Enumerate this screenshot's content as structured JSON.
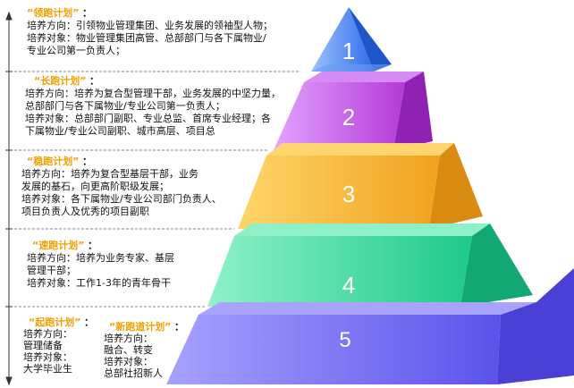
{
  "levels": [
    {
      "number": "1",
      "title": "“领跑计划”",
      "colon": "：",
      "lines": [
        "培养方向：引领物业管理集团、业务发展的领袖型人物；",
        "培养对象：物业管理集团高管、总部部门与各下属物业/",
        "专业公司第一负责人；"
      ]
    },
    {
      "number": "2",
      "title": "“长跑计划”",
      "colon": "：",
      "lines": [
        "培养方向：培养为复合型管理干部，业务发展的中坚力量，",
        "总部部门与各下属物业/专业公司第一负责人；",
        "培养对象：总部部门副职、专业总监、首席专业经理；各",
        "下属物业/专业公司副职、城市高层、项目总"
      ]
    },
    {
      "number": "3",
      "title": "“稳跑计划”",
      "colon": "：",
      "lines": [
        "培养方向：培养为复合型基层干部，业务",
        "发展的基石，向更高阶职级发展；",
        "培养对象：各下属物业/专业公司部门负责人、",
        "项目负责人及优秀的项目副职"
      ]
    },
    {
      "number": "4",
      "title": "“速跑计划”",
      "colon": "：",
      "lines": [
        "培养方向：培养为业务专家、基层",
        "管理干部；",
        "培养对象：工作1-3年的青年骨干"
      ]
    },
    {
      "number": "5",
      "groups": [
        {
          "title": "“起跑计划”",
          "colon": "：",
          "lines": [
            "培养方向：",
            "管理储备",
            "培养对象：",
            "大学毕业生"
          ]
        },
        {
          "title": "“新跑道计划”",
          "colon": "：",
          "lines": [
            "培养方向：",
            "融合、转变",
            "培养对象：",
            "总部社招新人"
          ]
        }
      ]
    }
  ],
  "colors": {
    "tier1": "#3f7ef2",
    "tier2": "#c042e6",
    "tier3": "#f6b22c",
    "tier4": "#2bd69b",
    "tier5": "#6a62f1",
    "title": "#f0a000",
    "divider": "#7e8aa0"
  }
}
